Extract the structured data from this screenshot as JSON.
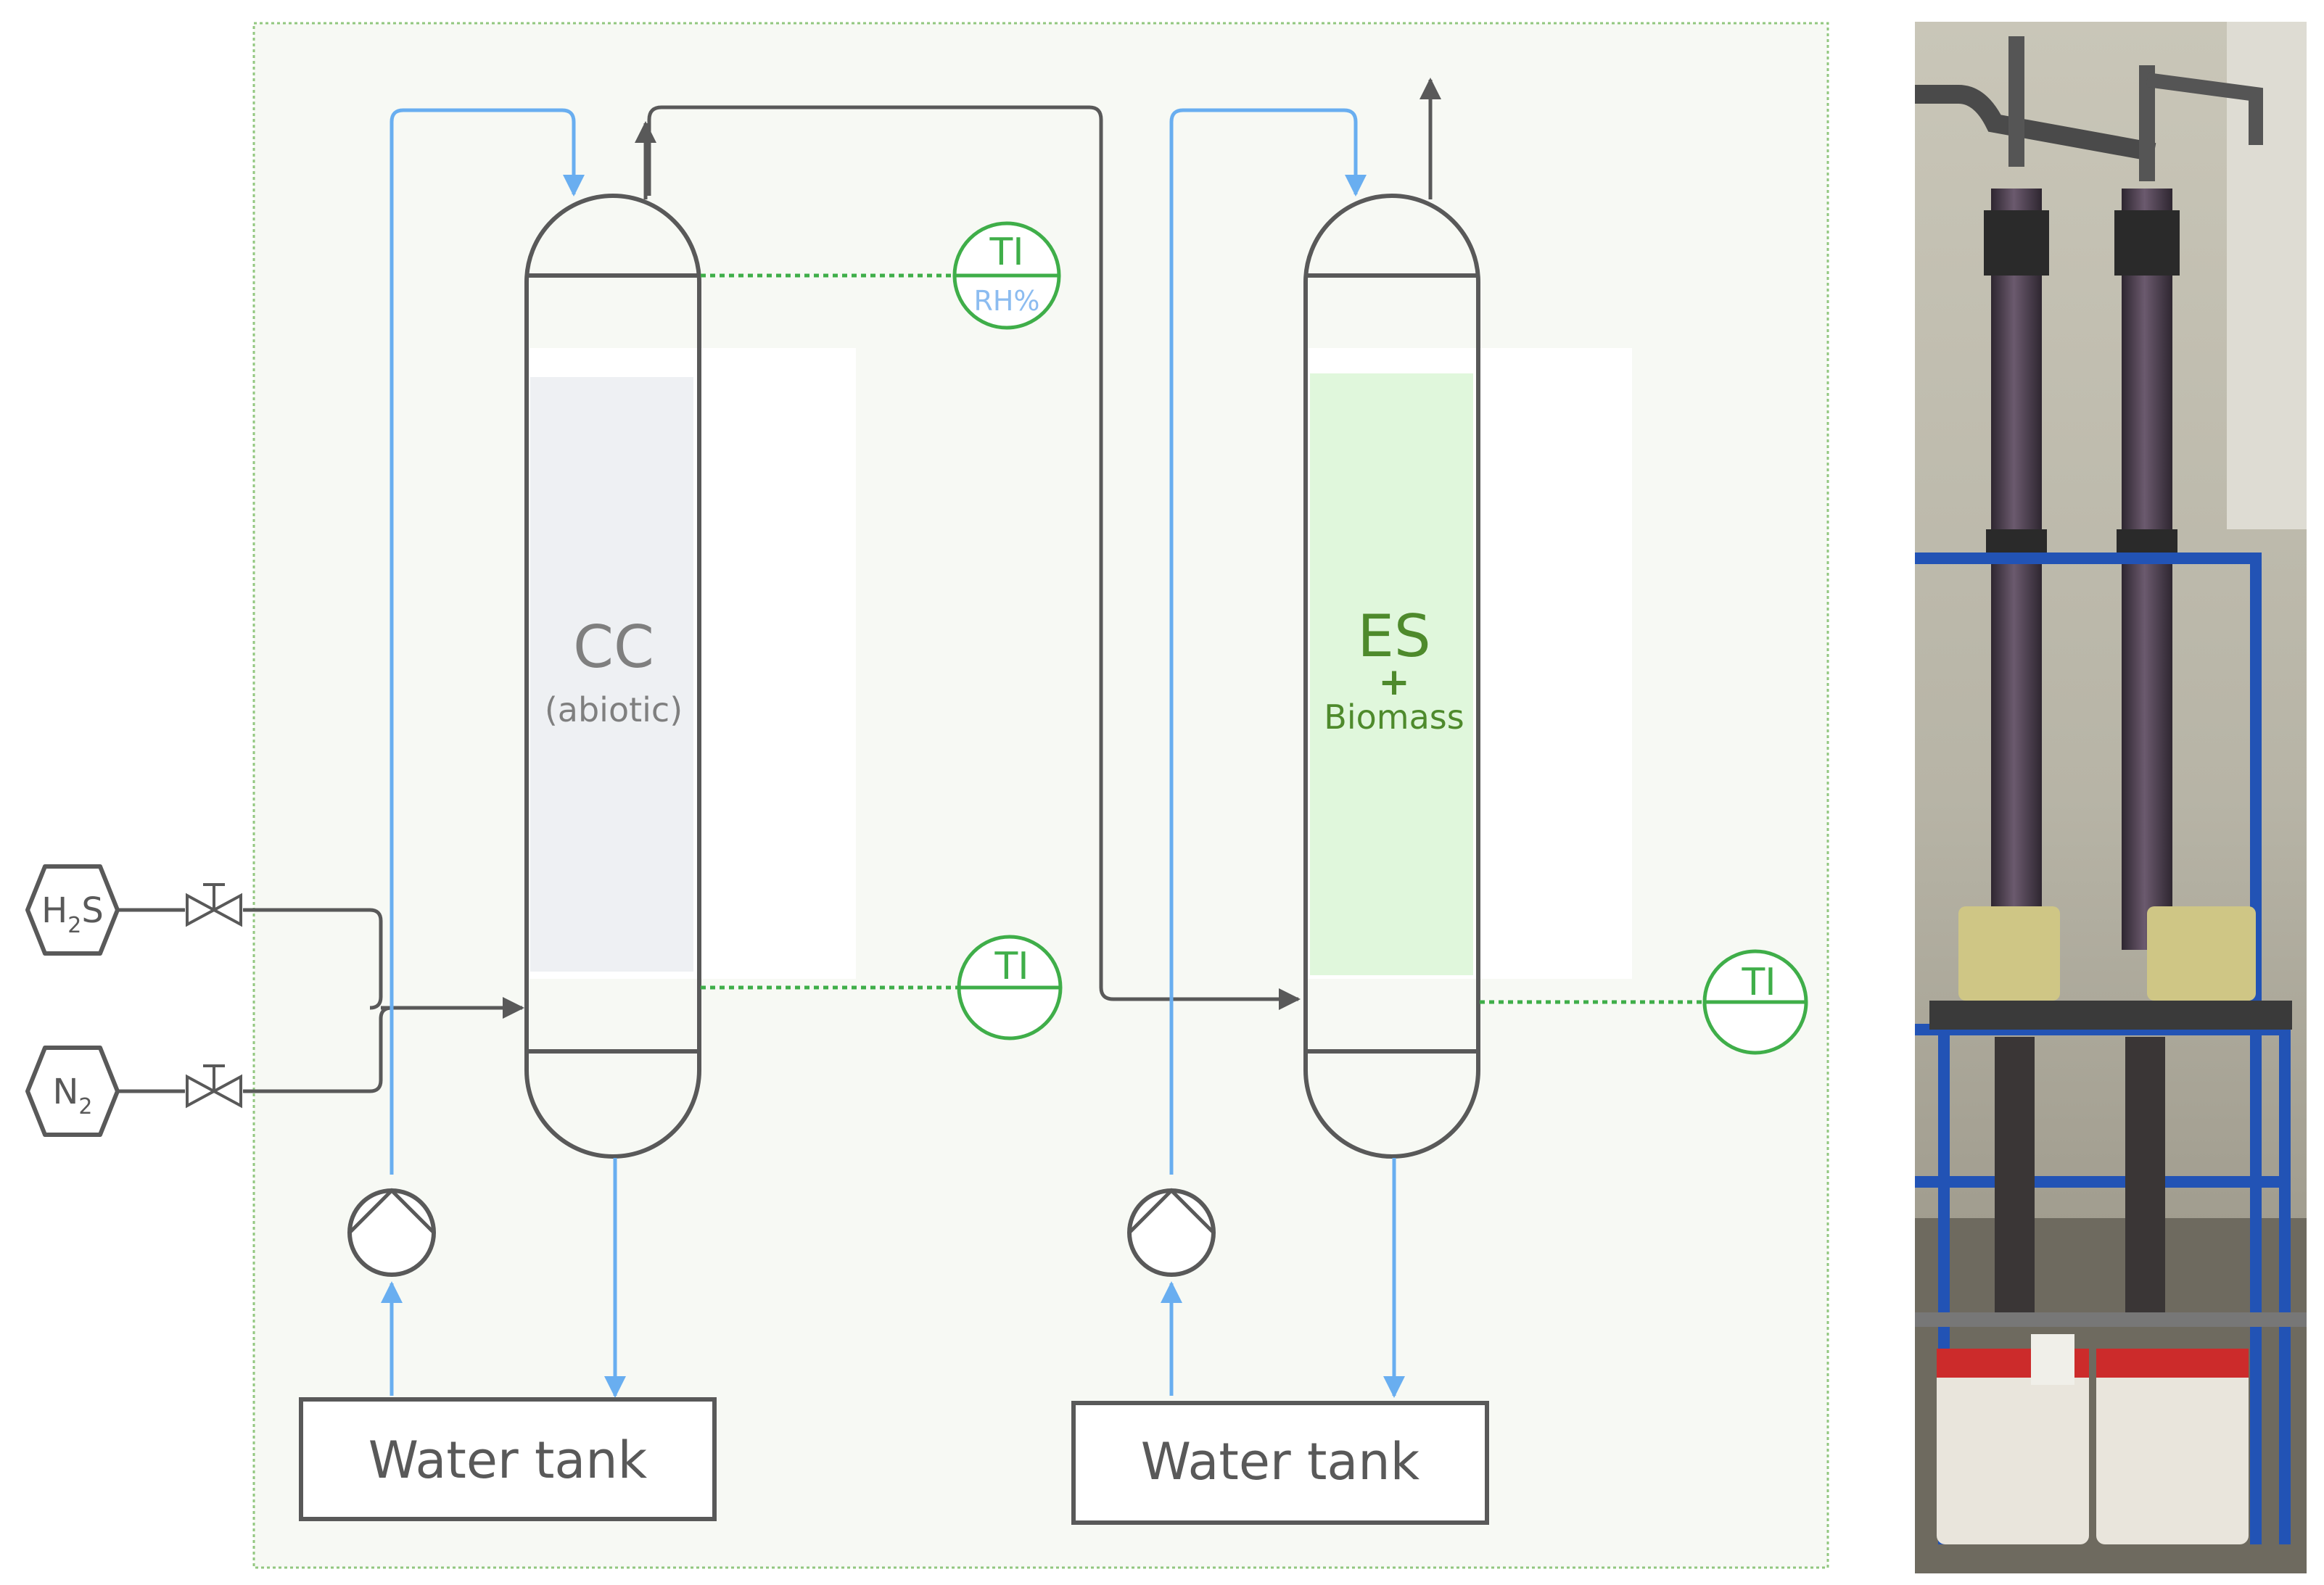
{
  "colors": {
    "panel_fill": "#f7f9f4",
    "panel_border": "#92c77f",
    "pipe_gray": "#595959",
    "water_blue": "#69aef0",
    "instrument_green": "#3fae49",
    "cc_packing": "#eef0f3",
    "es_packing": "#e0f7dc",
    "label_gray": "#7f7f7f",
    "label_green": "#4e8a2c",
    "rh_blue": "#8cbcf0"
  },
  "gases": {
    "h2s": {
      "main": "H",
      "sub": "2",
      "rest": "S"
    },
    "n2": {
      "main": "N",
      "sub": "2",
      "rest": ""
    }
  },
  "columns": {
    "cc": {
      "title": "CC",
      "subtitle": "(abiotic)"
    },
    "es": {
      "title": "ES",
      "plus": "+",
      "subtitle": "Biomass"
    }
  },
  "instruments": {
    "cc_top": {
      "tag": "TI",
      "sub": "RH%"
    },
    "cc_bottom": {
      "tag": "TI"
    },
    "es_bottom": {
      "tag": "TI"
    }
  },
  "tanks": {
    "left": "Water tank",
    "right": "Water tank"
  },
  "photo": {
    "subject": "lab-scale biofilter columns photograph"
  }
}
